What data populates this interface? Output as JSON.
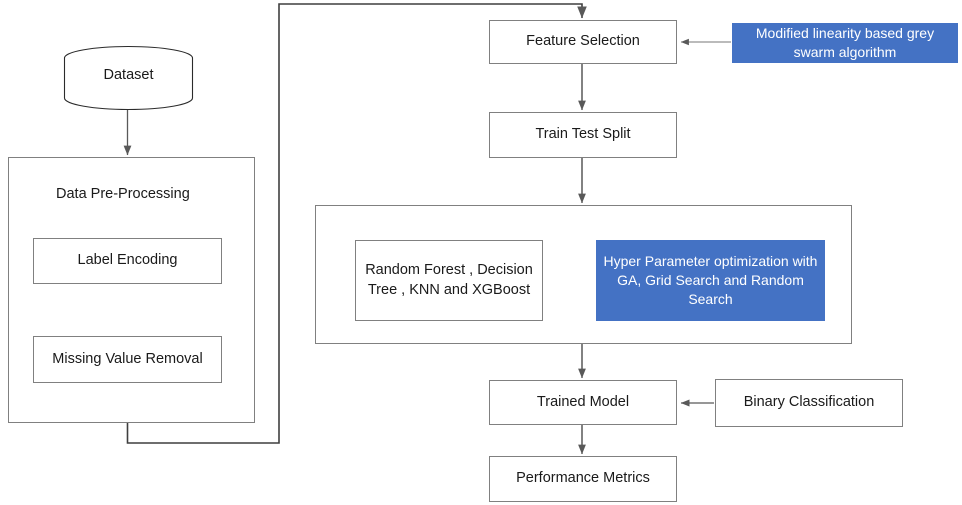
{
  "diagram": {
    "title": "Machine Learning Pipeline Flowchart",
    "background_color": "#ffffff",
    "accent_color": "#4472C4",
    "line_color": "#595959",
    "box_border_color": "#808080",
    "text_color": "#1a1a1a",
    "accent_text_color": "#ffffff"
  },
  "nodes": {
    "dataset": {
      "label": "Dataset",
      "shape": "cylinder"
    },
    "preprocessing_group": {
      "label": "Data Pre-Processing",
      "shape": "container"
    },
    "label_encoding": {
      "label": "Label Encoding",
      "shape": "rect"
    },
    "missing_value_removal": {
      "label": "Missing Value Removal",
      "shape": "rect"
    },
    "feature_selection": {
      "label": "Feature Selection",
      "shape": "rect"
    },
    "feature_selection_note": {
      "label": "Modified linearity based grey swarm algorithm",
      "shape": "rect",
      "style": "accent"
    },
    "train_test_split": {
      "label": "Train Test Split",
      "shape": "rect"
    },
    "model_group": {
      "label": "",
      "shape": "container"
    },
    "classifiers": {
      "label": "Random Forest , Decision Tree , KNN and XGBoost",
      "shape": "rect"
    },
    "hyperparameter_note": {
      "label": "Hyper Parameter optimization with GA, Grid Search and Random Search",
      "shape": "rect",
      "style": "accent"
    },
    "trained_model": {
      "label": "Trained Model",
      "shape": "rect"
    },
    "binary_classification": {
      "label": "Binary Classification",
      "shape": "rect"
    },
    "performance_metrics": {
      "label": "Performance Metrics",
      "shape": "rect"
    }
  },
  "edges": [
    {
      "from": "dataset",
      "to": "preprocessing_group",
      "type": "arrow-down"
    },
    {
      "from": "label_encoding",
      "to": "missing_value_removal",
      "type": "arrow-down"
    },
    {
      "from": "preprocessing_group",
      "to": "feature_selection",
      "type": "elbow-arrow"
    },
    {
      "from": "feature_selection_note",
      "to": "feature_selection",
      "type": "arrow-left"
    },
    {
      "from": "feature_selection",
      "to": "train_test_split",
      "type": "arrow-down"
    },
    {
      "from": "train_test_split",
      "to": "model_group",
      "type": "arrow-down"
    },
    {
      "from": "hyperparameter_note",
      "to": "classifiers",
      "type": "arrow-left"
    },
    {
      "from": "model_group",
      "to": "trained_model",
      "type": "arrow-down"
    },
    {
      "from": "binary_classification",
      "to": "trained_model",
      "type": "arrow-left"
    },
    {
      "from": "trained_model",
      "to": "performance_metrics",
      "type": "arrow-down"
    }
  ]
}
